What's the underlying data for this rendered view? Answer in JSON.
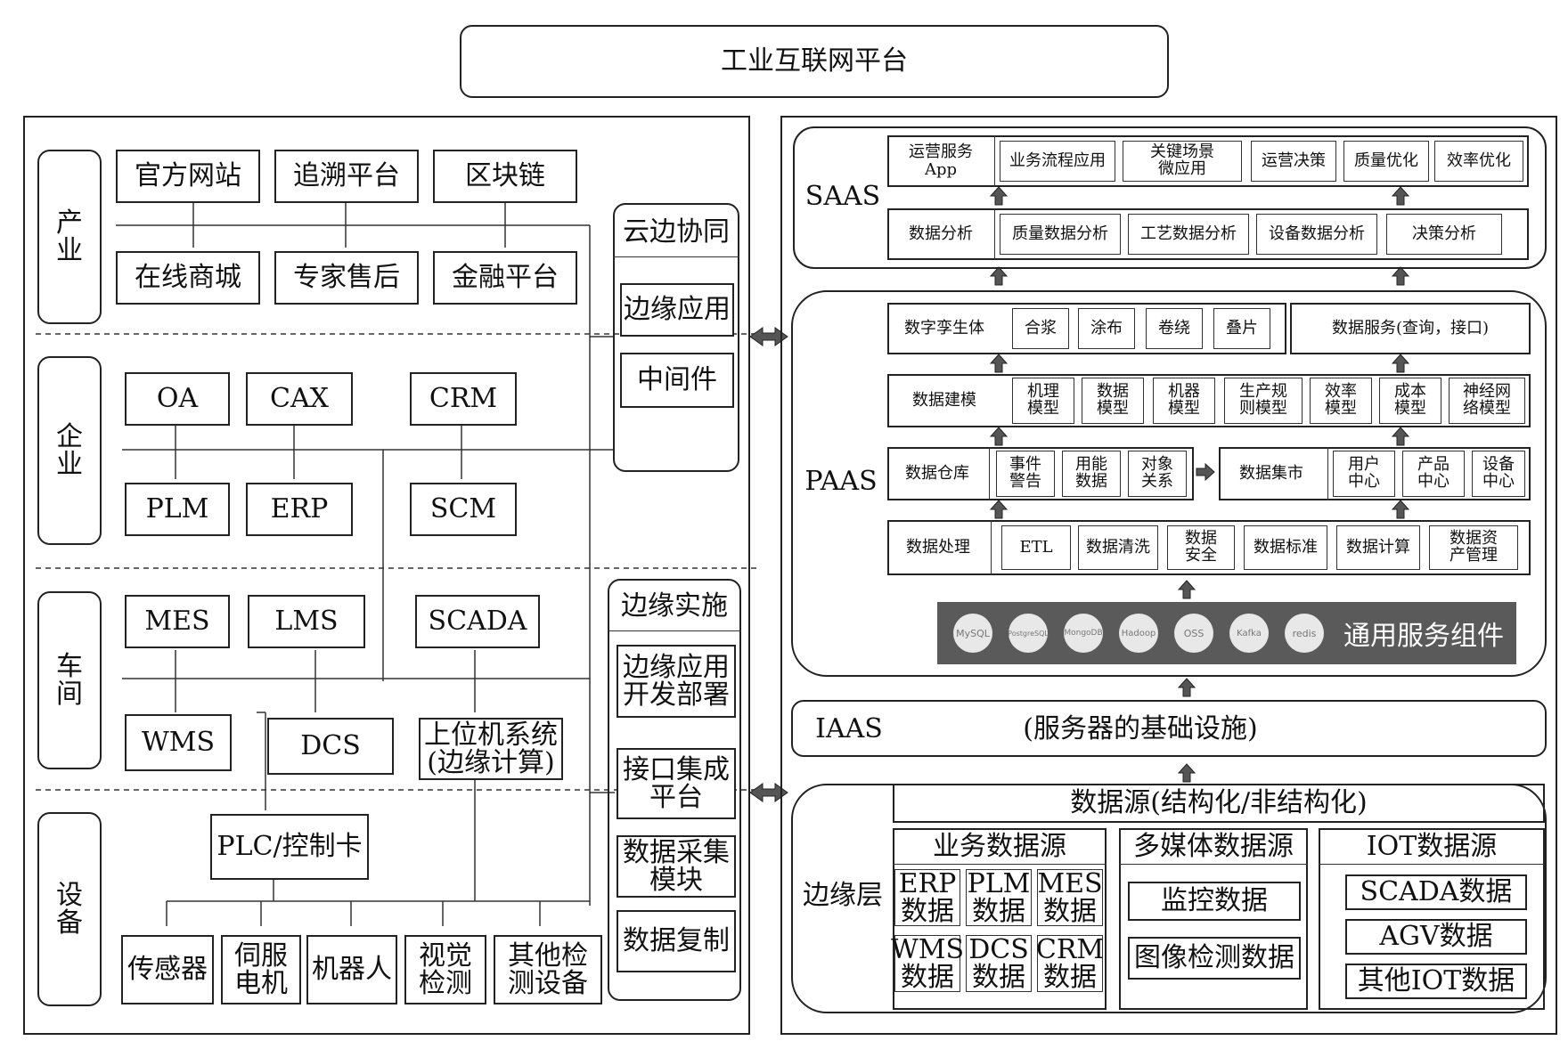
{
  "title": "工业互联网平台",
  "left": {
    "layers": {
      "industry": "产\n业",
      "enterprise": "企\n业",
      "workshop": "车\n间",
      "equipment": "设\n备"
    },
    "industry_row1": [
      "官方网站",
      "追溯平台",
      "区块链"
    ],
    "industry_row2": [
      "在线商城",
      "专家售后",
      "金融平台"
    ],
    "enterprise_row1": [
      "OA",
      "CAX",
      "CRM"
    ],
    "enterprise_row2": [
      "PLM",
      "ERP",
      "SCM"
    ],
    "workshop_row1": [
      "MES",
      "LMS",
      "SCADA"
    ],
    "workshop_row2": [
      "WMS",
      "DCS",
      "上位机系统\n(边缘计算)"
    ],
    "plc": "PLC/控制卡",
    "devices": [
      "传感器",
      "伺服\n电机",
      "机器人",
      "视觉\n检测",
      "其他检\n测设备"
    ],
    "cloud_edge": {
      "title": "云边协同",
      "items": [
        "边缘应用",
        "中间件"
      ]
    },
    "edge_impl": {
      "title": "边缘实施",
      "items": [
        "边缘应用\n开发部署",
        "接口集成\n平台",
        "数据采集\n模块",
        "数据复制"
      ]
    }
  },
  "right": {
    "saas": {
      "label": "SAAS",
      "row1_head": "运营服务\nApp",
      "row1": [
        "业务流程应用",
        "关键场景\n微应用",
        "运营决策",
        "质量优化",
        "效率优化"
      ],
      "row2_head": "数据分析",
      "row2": [
        "质量数据分析",
        "工艺数据分析",
        "设备数据分析",
        "决策分析"
      ]
    },
    "paas": {
      "label": "PAAS",
      "twin_head": "数字孪生体",
      "twin": [
        "合浆",
        "涂布",
        "卷绕",
        "叠片"
      ],
      "data_service": "数据服务(查询，接口)",
      "modeling_head": "数据建模",
      "modeling": [
        "机理\n模型",
        "数据\n模型",
        "机器\n模型",
        "生产规\n则模型",
        "效率\n模型",
        "成本\n模型",
        "神经网\n络模型"
      ],
      "warehouse_head": "数据仓库",
      "warehouse": [
        "事件\n警告",
        "用能\n数据",
        "对象\n关系"
      ],
      "mart_head": "数据集市",
      "mart": [
        "用户\n中心",
        "产品\n中心",
        "设备\n中心"
      ],
      "processing_head": "数据处理",
      "processing": [
        "ETL",
        "数据清洗",
        "数据\n安全",
        "数据标准",
        "数据计算",
        "数据资\n产管理"
      ],
      "services_icons": [
        "MySQL",
        "PostgreSQL",
        "MongoDB",
        "Hadoop",
        "OSS",
        "Kafka",
        "redis"
      ],
      "services_label": "通用服务组件"
    },
    "iaas": {
      "label": "IAAS",
      "desc": "(服务器的基础设施)"
    },
    "edge": {
      "label": "边缘层",
      "source_title": "数据源(结构化/非结构化)",
      "business_title": "业务数据源",
      "business": [
        "ERP\n数据",
        "PLM\n数据",
        "MES\n数据",
        "WMS\n数据",
        "DCS\n数据",
        "CRM\n数据"
      ],
      "media_title": "多媒体数据源",
      "media": [
        "监控数据",
        "图像检测数据"
      ],
      "iot_title": "IOT数据源",
      "iot": [
        "SCADA数据",
        "AGV数据",
        "其他IOT数据"
      ]
    }
  }
}
